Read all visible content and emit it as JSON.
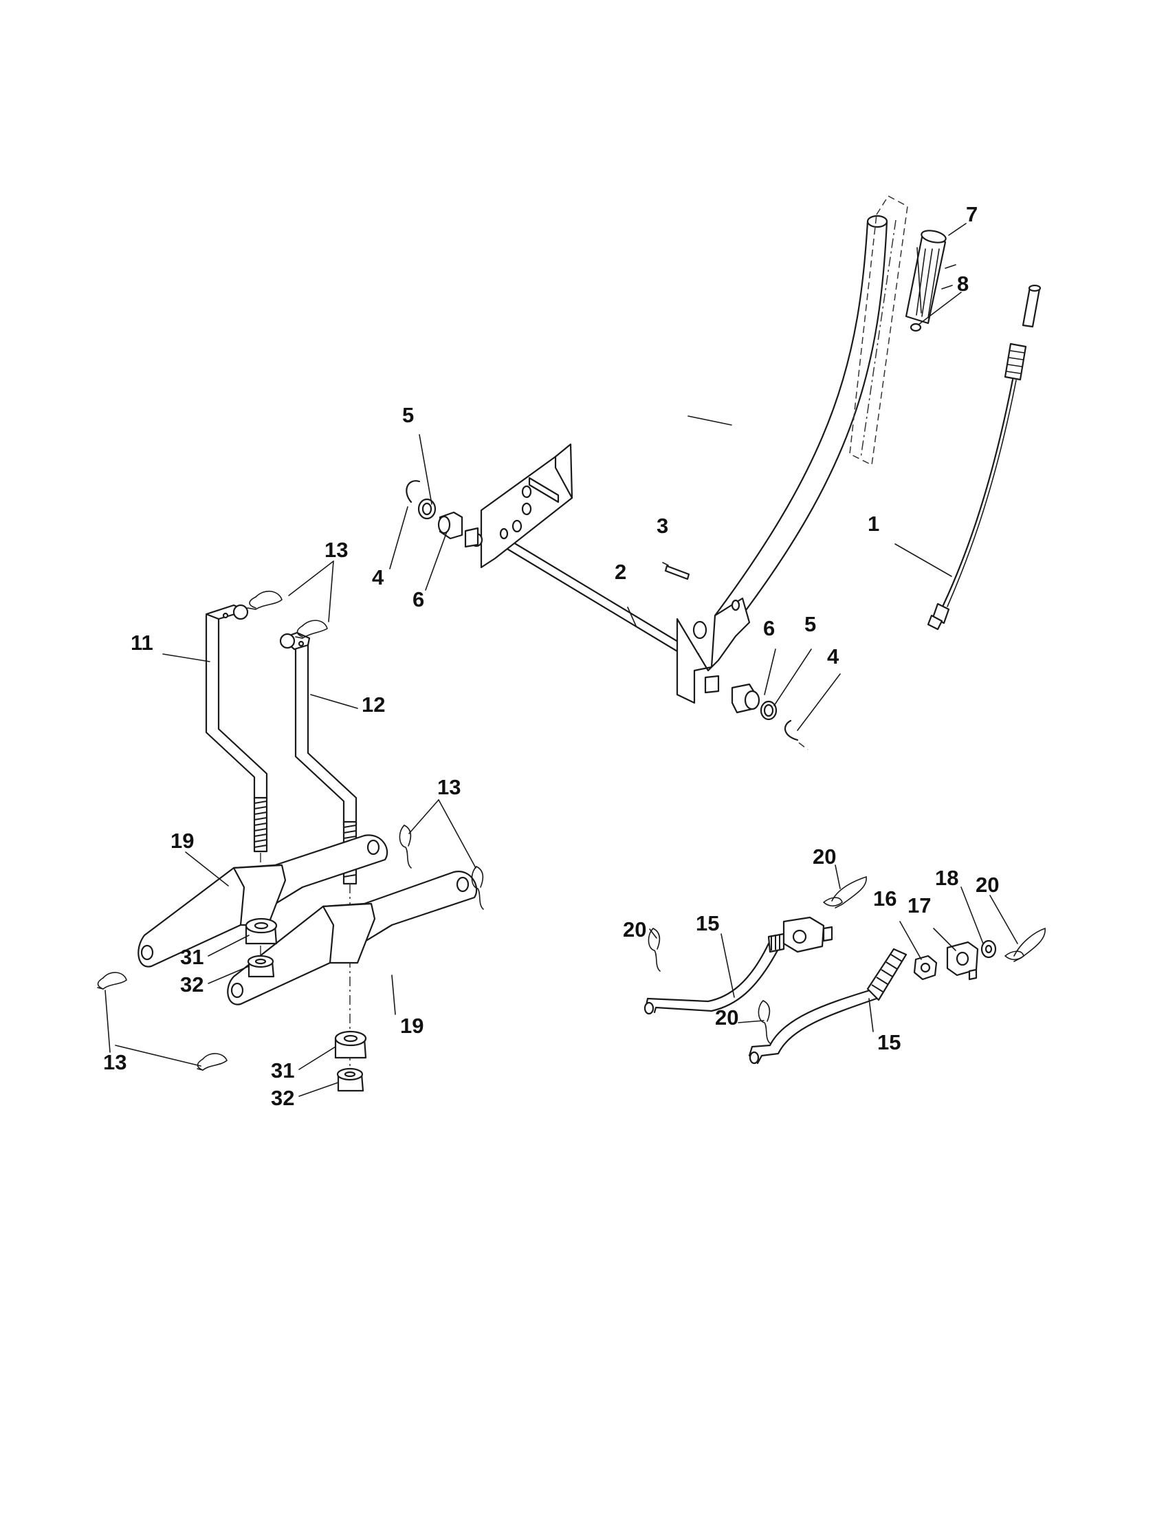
{
  "diagram": {
    "labels": {
      "l1": "1",
      "l2": "2",
      "l3": "3",
      "l4a": "4",
      "l4b": "4",
      "l5a": "5",
      "l5b": "5",
      "l6a": "6",
      "l6b": "6",
      "l7": "7",
      "l8": "8",
      "l11": "11",
      "l12": "12",
      "l13a": "13",
      "l13b": "13",
      "l13c": "13",
      "l15a": "15",
      "l15b": "15",
      "l16": "16",
      "l17": "17",
      "l18": "18",
      "l19a": "19",
      "l19b": "19",
      "l20a": "20",
      "l20b": "20",
      "l20c": "20",
      "l20d": "20",
      "l31a": "31",
      "l31b": "31",
      "l32a": "32",
      "l32b": "32"
    }
  }
}
